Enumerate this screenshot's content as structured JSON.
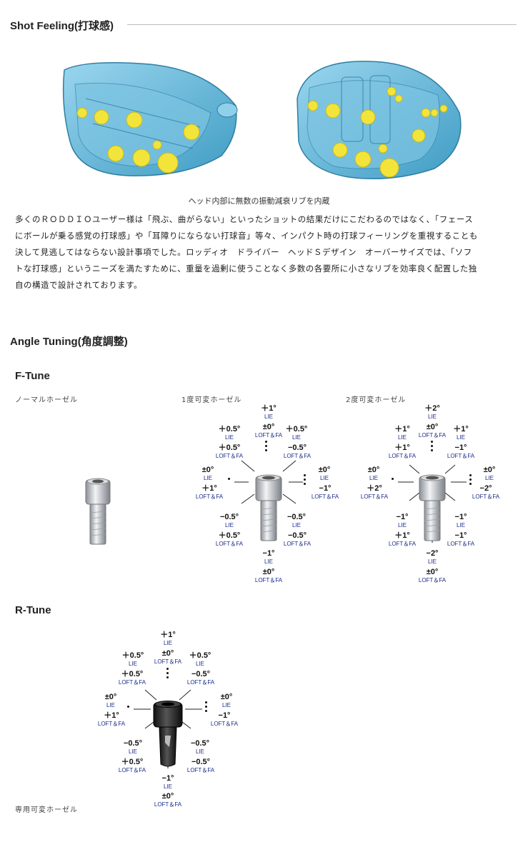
{
  "shot": {
    "title": "Shot Feeling(打球感)",
    "caption": "ヘッド内部に無数の振動減衰リブを内蔵",
    "paragraph": [
      "多くのＲＯＤＤＩＯユーザー様は「飛ぶ、曲がらない」といったショットの結果だけにこだわるのではなく、「フェース",
      "にボールが乗る感覚の打球感」や「耳障りにならない打球音」等々、インパクト時の打球フィーリングを重視することも",
      "決して見逃してはならない設計事項でした。ロッディオ　ドライバー　ヘッドＳデザイン　オーバーサイズでは、「ソフ",
      "トな打球感」というニーズを満たすために、重量を過剰に使うことなく多数の各要所に小さなリブを効率良く配置した独",
      "自の構造で設計されております。"
    ]
  },
  "angle": {
    "title": "Angle Tuning(角度調整)",
    "ftune": {
      "title": "F-Tune",
      "normal_label": "ノーマルホーゼル",
      "one_label": "1度可変ホーゼル",
      "two_label": "2度可変ホーゼル"
    },
    "rtune": {
      "title": "R-Tune",
      "label": "専用可変ホーゼル"
    }
  },
  "one_deg": [
    {
      "v": "＋1°",
      "k": "LIE"
    },
    {
      "v": "±0°",
      "k": "LOFT＆FA"
    },
    {
      "v": "＋0.5°",
      "k": "LIE"
    },
    {
      "v": "＋0.5°",
      "k": "LIE"
    },
    {
      "v": "＋0.5°",
      "k": "LOFT＆FA"
    },
    {
      "v": "−0.5°",
      "k": "LOFT＆FA"
    },
    {
      "v": "±0°",
      "k": "LIE"
    },
    {
      "v": "±0°",
      "k": "LIE"
    },
    {
      "v": "＋1°",
      "k": "LOFT＆FA"
    },
    {
      "v": "−1°",
      "k": "LOFT＆FA"
    },
    {
      "v": "−0.5°",
      "k": "LIE"
    },
    {
      "v": "−0.5°",
      "k": "LIE"
    },
    {
      "v": "＋0.5°",
      "k": "LOFT＆FA"
    },
    {
      "v": "−0.5°",
      "k": "LOFT＆FA"
    },
    {
      "v": "−1°",
      "k": "LIE"
    },
    {
      "v": "±0°",
      "k": "LOFT＆FA"
    }
  ],
  "two_deg": [
    {
      "v": "＋2°",
      "k": "LIE"
    },
    {
      "v": "±0°",
      "k": "LOFT＆FA"
    },
    {
      "v": "＋1°",
      "k": "LIE"
    },
    {
      "v": "＋1°",
      "k": "LIE"
    },
    {
      "v": "＋1°",
      "k": "LOFT＆FA"
    },
    {
      "v": "−1°",
      "k": "LOFT＆FA"
    },
    {
      "v": "±0°",
      "k": "LIE"
    },
    {
      "v": "±0°",
      "k": "LIE"
    },
    {
      "v": "＋2°",
      "k": "LOFT＆FA"
    },
    {
      "v": "−2°",
      "k": "LOFT＆FA"
    },
    {
      "v": "−1°",
      "k": "LIE"
    },
    {
      "v": "−1°",
      "k": "LIE"
    },
    {
      "v": "＋1°",
      "k": "LOFT＆FA"
    },
    {
      "v": "−1°",
      "k": "LOFT＆FA"
    },
    {
      "v": "−2°",
      "k": "LIE"
    },
    {
      "v": "±0°",
      "k": "LOFT＆FA"
    }
  ],
  "colors": {
    "head": "#5fb3d6",
    "rib": "#f2e43a",
    "label_blue": "#1b2d8a"
  }
}
